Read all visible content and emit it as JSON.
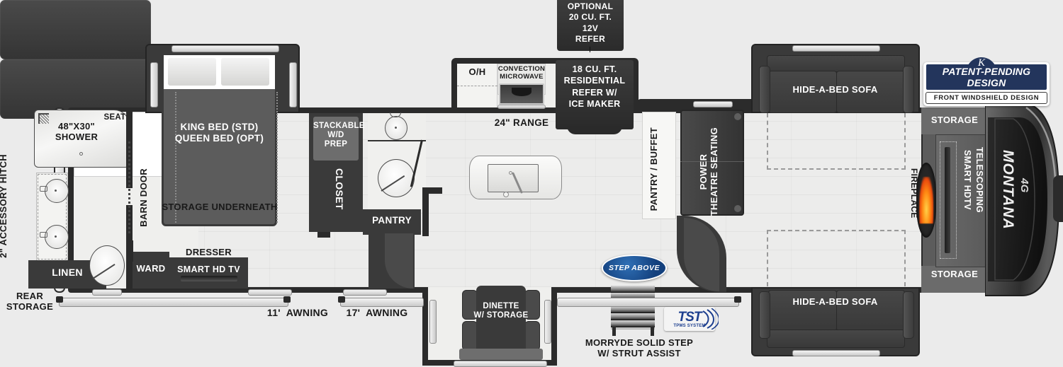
{
  "meta": {
    "title": "Montana Fifth Wheel Floorplan",
    "brand": "MONTANA"
  },
  "badges": {
    "patent_pending": {
      "top_text": "PATENT-PENDING DESIGN",
      "bottom_text": "FRONT WINDSHIELD DESIGN",
      "accent_color": "#23355c"
    },
    "step_above": {
      "text": "STEP ABOVE"
    },
    "tst": {
      "main": "TST",
      "sub": "TPMS SYSTEM"
    }
  },
  "exterior": {
    "hitch_label": "2\" ACCESSORY HITCH",
    "rear_storage_label": "REAR\nSTORAGE",
    "awning_rear": "11'  AWNING",
    "awning_main": "17'  AWNING",
    "morryde": "MORRYDE SOLID STEP\nW/ STRUT ASSIST",
    "brand_badge": "MONTANA"
  },
  "rooms": {
    "bath": {
      "shower": "48\"X30\"\nSHOWER",
      "seat": "SEAT",
      "linen": "LINEN"
    },
    "bedroom": {
      "bed": "KING BED (STD)\nQUEEN BED (OPT)",
      "storage_underneath": "STORAGE UNDERNEATH",
      "barn_door": "BARN DOOR",
      "ward": "WARD",
      "dresser": "DRESSER",
      "tv": "SMART HD TV"
    },
    "utility": {
      "wd_prep": "STACKABLE\nW/D\nPREP",
      "closet": "CLOSET",
      "pantry": "PANTRY"
    },
    "kitchen": {
      "overhead": "O/H",
      "microwave": "CONVECTION\nMICROWAVE",
      "range": "24\" RANGE",
      "refer": "18 CU. FT.\nRESIDENTIAL\nREFER W/\nICE MAKER",
      "optional_refer": "OPTIONAL\n20 CU. FT.\n12V\nREFER",
      "pantry_buffet": "PANTRY / BUFFET",
      "dinette": "DINETTE\nW/ STORAGE"
    },
    "living": {
      "theatre": "POWER\nTHEATRE SEATING",
      "sofa_top": "HIDE-A-BED SOFA",
      "sofa_bottom": "HIDE-A-BED SOFA",
      "fireplace": "FIREPLACE",
      "tv": "TELESCOPING\nSMART HDTV",
      "storage_top": "STORAGE",
      "storage_bottom": "STORAGE"
    }
  },
  "colors": {
    "wall": "#2b2b2b",
    "furniture_dark": "#3a3a3a",
    "floor": "#ececeb",
    "accent_blue": "#1d3f8f"
  }
}
